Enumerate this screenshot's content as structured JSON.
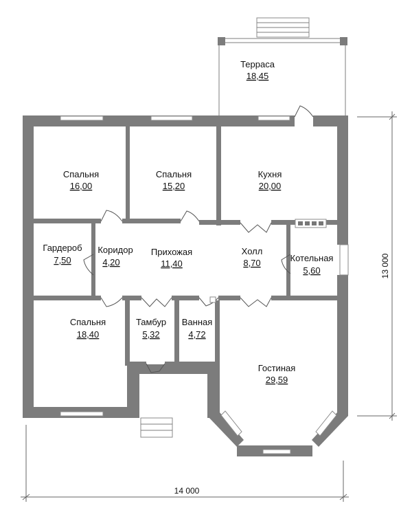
{
  "rooms": [
    {
      "id": "bedroom-1",
      "name": "Спальня",
      "area": "16,00"
    },
    {
      "id": "bedroom-2",
      "name": "Спальня",
      "area": "15,20"
    },
    {
      "id": "kitchen",
      "name": "Кухня",
      "area": "20,00"
    },
    {
      "id": "terrace",
      "name": "Терраса",
      "area": "18,45"
    },
    {
      "id": "wardrobe",
      "name": "Гардероб",
      "area": "7,50"
    },
    {
      "id": "corridor",
      "name": "Коридор",
      "area": "4,20"
    },
    {
      "id": "hallway",
      "name": "Прихожая",
      "area": "11,40"
    },
    {
      "id": "hall",
      "name": "Холл",
      "area": "8,70"
    },
    {
      "id": "boiler-room",
      "name": "Котельная",
      "area": "5,60"
    },
    {
      "id": "bedroom-3",
      "name": "Спальня",
      "area": "18,40"
    },
    {
      "id": "vestibule",
      "name": "Тамбур",
      "area": "5,32"
    },
    {
      "id": "bathroom",
      "name": "Ванная",
      "area": "4,72"
    },
    {
      "id": "living-room",
      "name": "Гостиная",
      "area": "29,59"
    }
  ],
  "dimensions": {
    "width": "14 000",
    "height": "13 000"
  }
}
